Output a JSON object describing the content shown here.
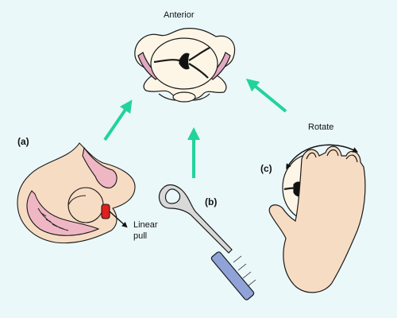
{
  "labels": {
    "top": "Anterior",
    "a": "(a)",
    "b": "(b)",
    "c": "(c)",
    "linear_line1": "Linear",
    "linear_line2": "pull",
    "rotate": "Rotate"
  },
  "colors": {
    "background": "#eaf8fa",
    "arrow": "#22d39a",
    "skin": "#f7dcc4",
    "pink": "#efb7c3",
    "bone": "#fdf6e6",
    "outline": "#1a1a1a",
    "cup": "#e02020",
    "handle_blue": "#8fa3d8"
  },
  "icons": {
    "pelvis": "pelvis-top-view",
    "sagittal": "sagittal-section-vacuum",
    "forceps": "forceps-instrument",
    "hand": "rotating-hand"
  }
}
